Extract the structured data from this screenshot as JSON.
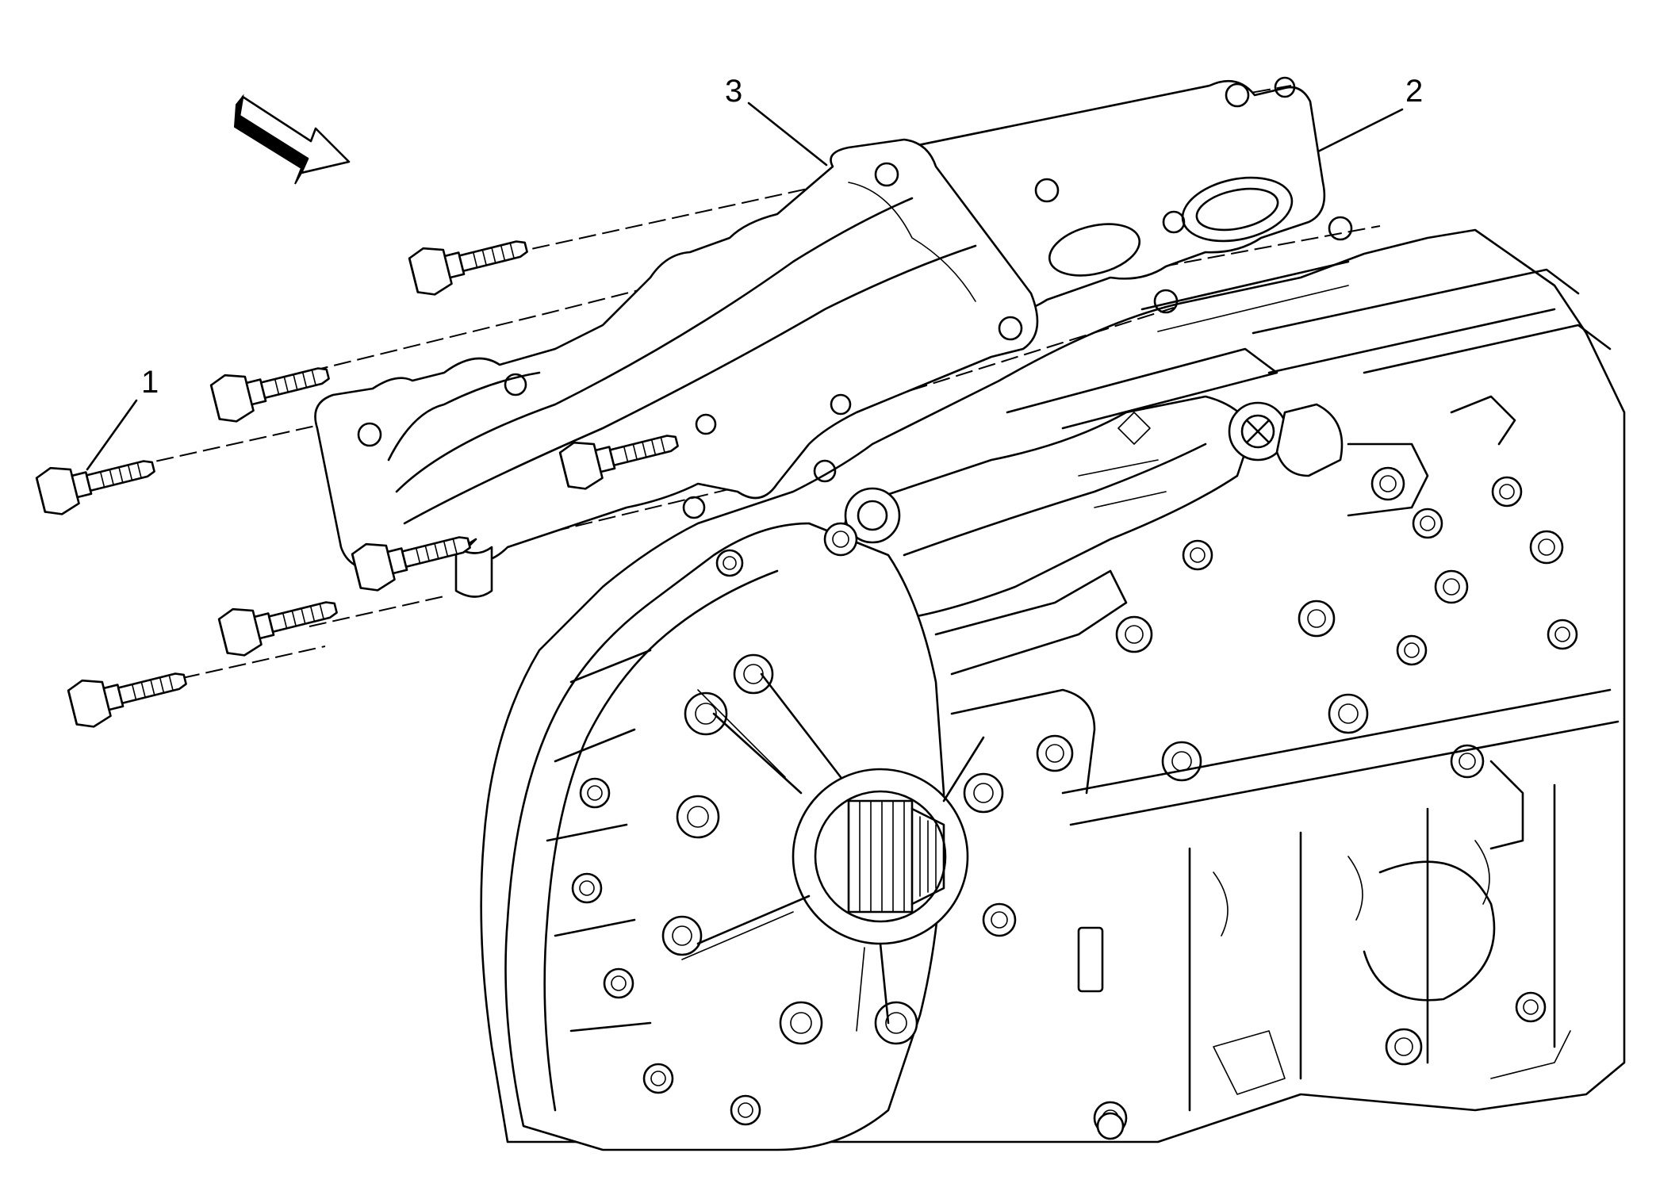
{
  "figure": {
    "callouts": [
      {
        "id": "1",
        "label": "1"
      },
      {
        "id": "2",
        "label": "2"
      },
      {
        "id": "3",
        "label": "3"
      }
    ],
    "colors": {
      "line": "#000000",
      "background": "#ffffff"
    }
  }
}
